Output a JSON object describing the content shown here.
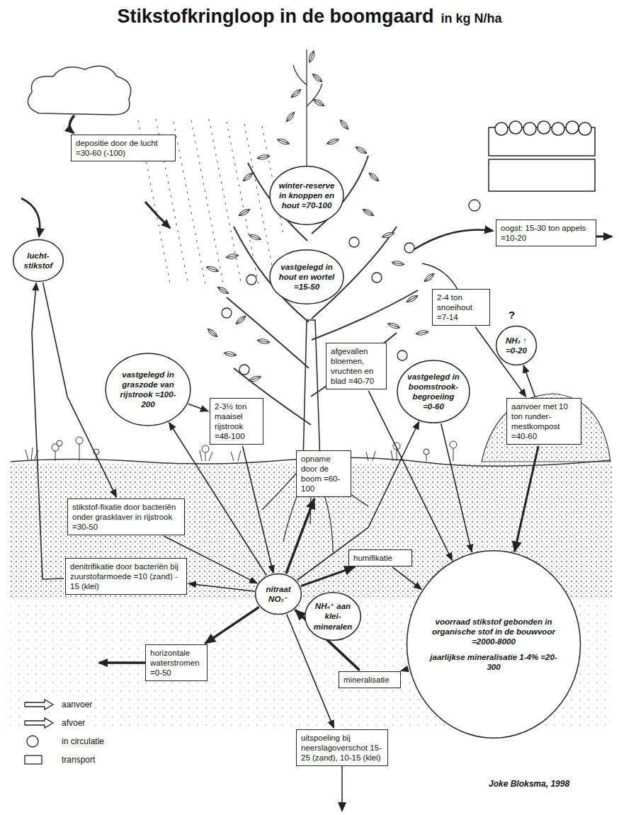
{
  "diagram": {
    "title": "Stikstofkringloop in de boomgaard",
    "nodes": [
      {
        "text": [
          "depositie door de lucht =30-60 (-100)"
        ]
      },
      {
        "text": [
          "winter-reserve in knoppen en hout =70-100"
        ]
      },
      {
        "text": [
          "oogst: 15-30 ton appels =10-20"
        ]
      },
      {
        "text": [
          "vastgelegd in hout en wortel =15-50"
        ]
      },
      {
        "text": [
          "lucht-stikstof"
        ]
      },
      {
        "text": [
          "2-4 ton snoeihout =7-14"
        ]
      },
      {
        "text": [
          "NH₃ ↑ =0-20"
        ]
      },
      {
        "text": [
          "afgevallen bloemen, vruchten en blad =40-70"
        ]
      },
      {
        "text": [
          "vastgelegd in graszode van rijstrook =100-200"
        ]
      },
      {
        "text": [
          "vastgelegd in boomstrook-begroeiing =0-60"
        ]
      },
      {
        "text": [
          "aanvoer met 10 ton runder-mestkompost =40-60"
        ]
      },
      {
        "text": [
          "2-3½ ton maaisel rijstrook =48-100"
        ]
      },
      {
        "text": [
          "opname door de boom =60-100"
        ]
      },
      {
        "text": [
          "stikstof-fixatie door bacteriën onder grasklaver in rijstrook =30-50"
        ]
      },
      {
        "text": [
          "humifikatie"
        ]
      },
      {
        "text": [
          "denitrifikatie door bacteriën bij zuurstofarmoede =10 (zand) - 15 (klei)"
        ]
      },
      {
        "text": [
          "nitraat NO₃⁻"
        ]
      },
      {
        "text": [
          "voorraad stikstof gebonden in organische stof in de bouwvoor =2000-8000",
          "jaarlijkse mineralisatie 1-4% =20-300"
        ]
      },
      {
        "text": [
          "NH₄⁺ aan klei-mineralen"
        ]
      },
      {
        "text": [
          "horizontale waterstromen =0-50"
        ]
      },
      {
        "text": [
          "mineralisatie"
        ]
      },
      {
        "text": [
          "uitspoeling bij neerslagoverschot 15-25 (zand), 10-15 (klei)"
        ]
      }
    ],
    "edges": [
      {
        "from": 4,
        "to": 13,
        "arrow": "to"
      },
      {
        "from": 15,
        "to": 4,
        "arrow": "to"
      },
      {
        "from": 16,
        "to": 15,
        "arrow": "to"
      },
      {
        "from": 13,
        "to": 16,
        "arrow": "to"
      },
      {
        "from": 16,
        "to": 8,
        "arrow": "to"
      },
      {
        "from": 8,
        "to": 11,
        "arrow": "to"
      },
      {
        "from": 11,
        "to": 16,
        "arrow": "to"
      },
      {
        "from": 16,
        "to": 12,
        "arrow": "to"
      },
      {
        "from": 16,
        "to": 9,
        "arrow": "to"
      },
      {
        "from": 9,
        "to": 17,
        "arrow": "to"
      },
      {
        "from": 7,
        "to": 17,
        "arrow": "to"
      },
      {
        "from": 10,
        "to": 17,
        "arrow": "to"
      },
      {
        "from": 5,
        "to": 10,
        "arrow": "to"
      },
      {
        "from": 10,
        "to": 6,
        "arrow": "to"
      },
      {
        "from": 16,
        "to": 14,
        "arrow": "to"
      },
      {
        "from": 14,
        "to": 17,
        "arrow": "to"
      },
      {
        "from": 17,
        "to": 20,
        "arrow": "to"
      },
      {
        "from": 20,
        "to": 16,
        "arrow": "to"
      },
      {
        "from": 16,
        "to": 19,
        "arrow": "to"
      },
      {
        "from": 16,
        "to": 21,
        "arrow": "to"
      }
    ],
    "labels": [
      "in kg N/ha",
      "?",
      "Joke Bloksma, 1998"
    ],
    "legend": [
      {
        "text": "aanvoer"
      },
      {
        "text": "afvoer"
      },
      {
        "text": "in circulatie"
      },
      {
        "text": "transport"
      }
    ]
  }
}
